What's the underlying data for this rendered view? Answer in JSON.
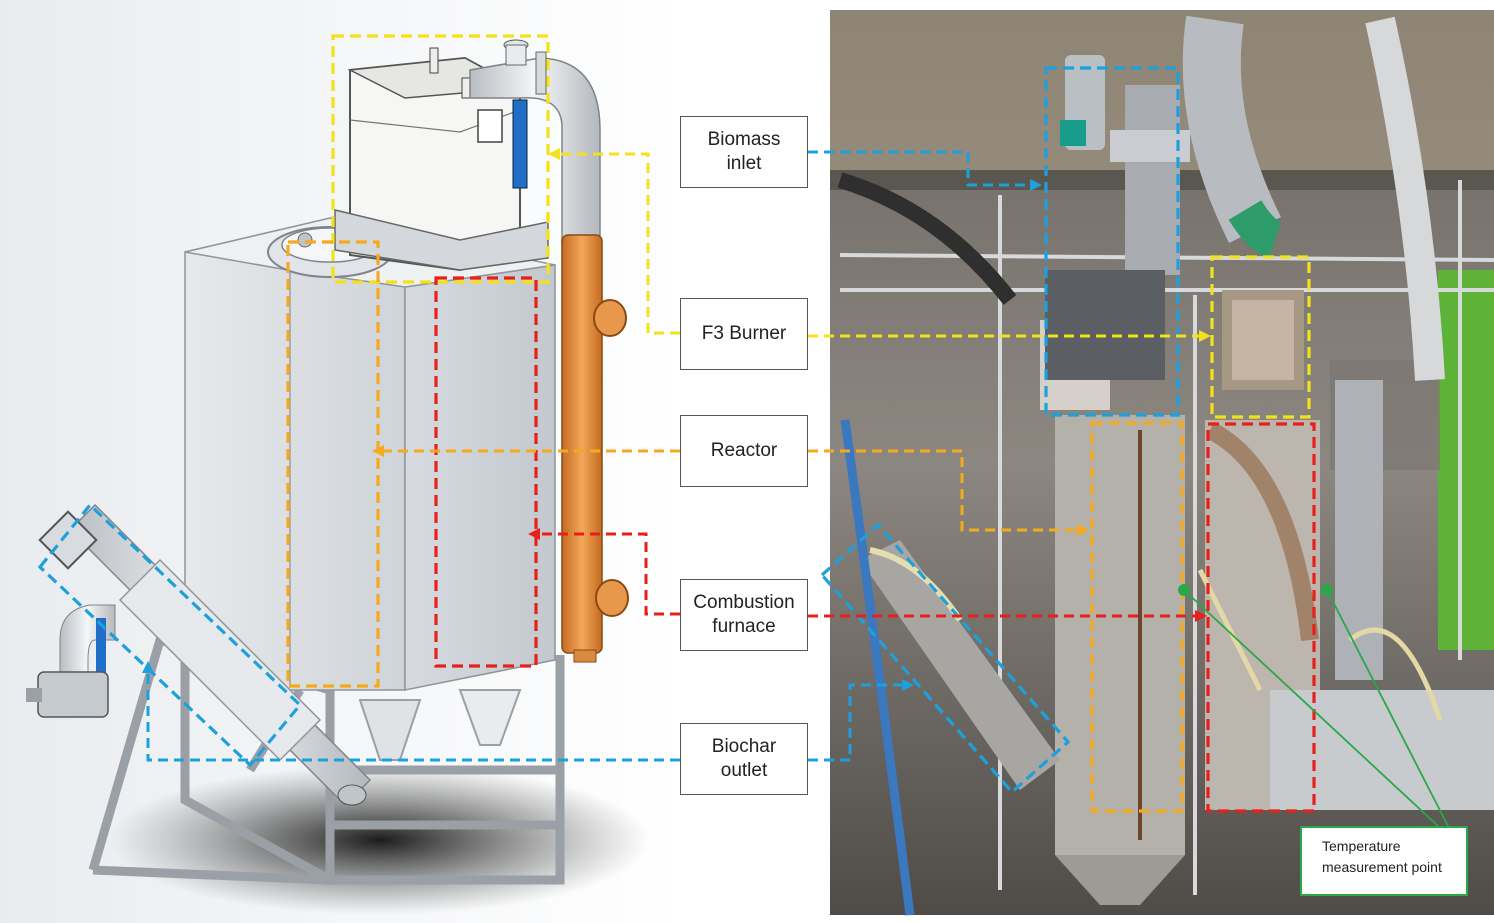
{
  "callouts": {
    "biomass_inlet": "Biomass\ninlet",
    "f3_burner": "F3 Burner",
    "reactor": "Reactor",
    "combustion_furnace": "Combustion\nfurnace",
    "biochar_outlet": "Biochar\noutlet"
  },
  "temperature_point": "Temperature\nmeasurement point",
  "colors": {
    "biomass_inlet": "#1ea0dc",
    "f3_burner": "#f2e21a",
    "reactor": "#f5a91e",
    "combustion_furnace": "#e8201c",
    "biochar_outlet": "#1ea0dc",
    "temperature": "#2aa84a",
    "copper": "#e08a3a",
    "steel": "#c9ced3"
  }
}
